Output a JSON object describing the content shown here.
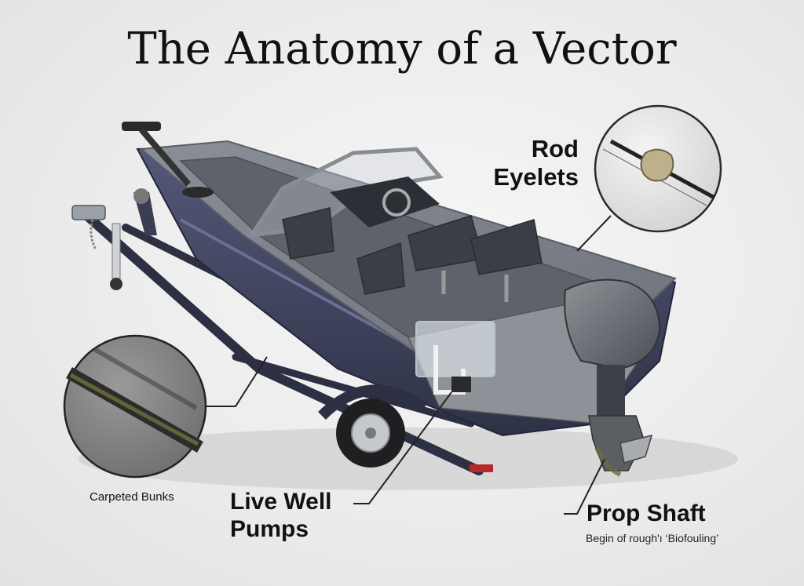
{
  "title": "The Anatomy of a Vector",
  "callouts": {
    "rod_eyelets": {
      "line1": "Rod",
      "line2": "Eyelets"
    },
    "carpeted_bunks": {
      "label": "Carpeted Bunks"
    },
    "live_well_pumps": {
      "line1": "Live Well",
      "line2": "Pumps"
    },
    "prop_shaft": {
      "label": "Prop Shaft",
      "sublabel": "Begin of rough'ı ‘Biofouling’"
    }
  },
  "colors": {
    "hull_dark": "#3a3f55",
    "deck_gray": "#7c8088",
    "trailer_dark": "#2c3042",
    "fouling_green": "#6b6a3a"
  }
}
